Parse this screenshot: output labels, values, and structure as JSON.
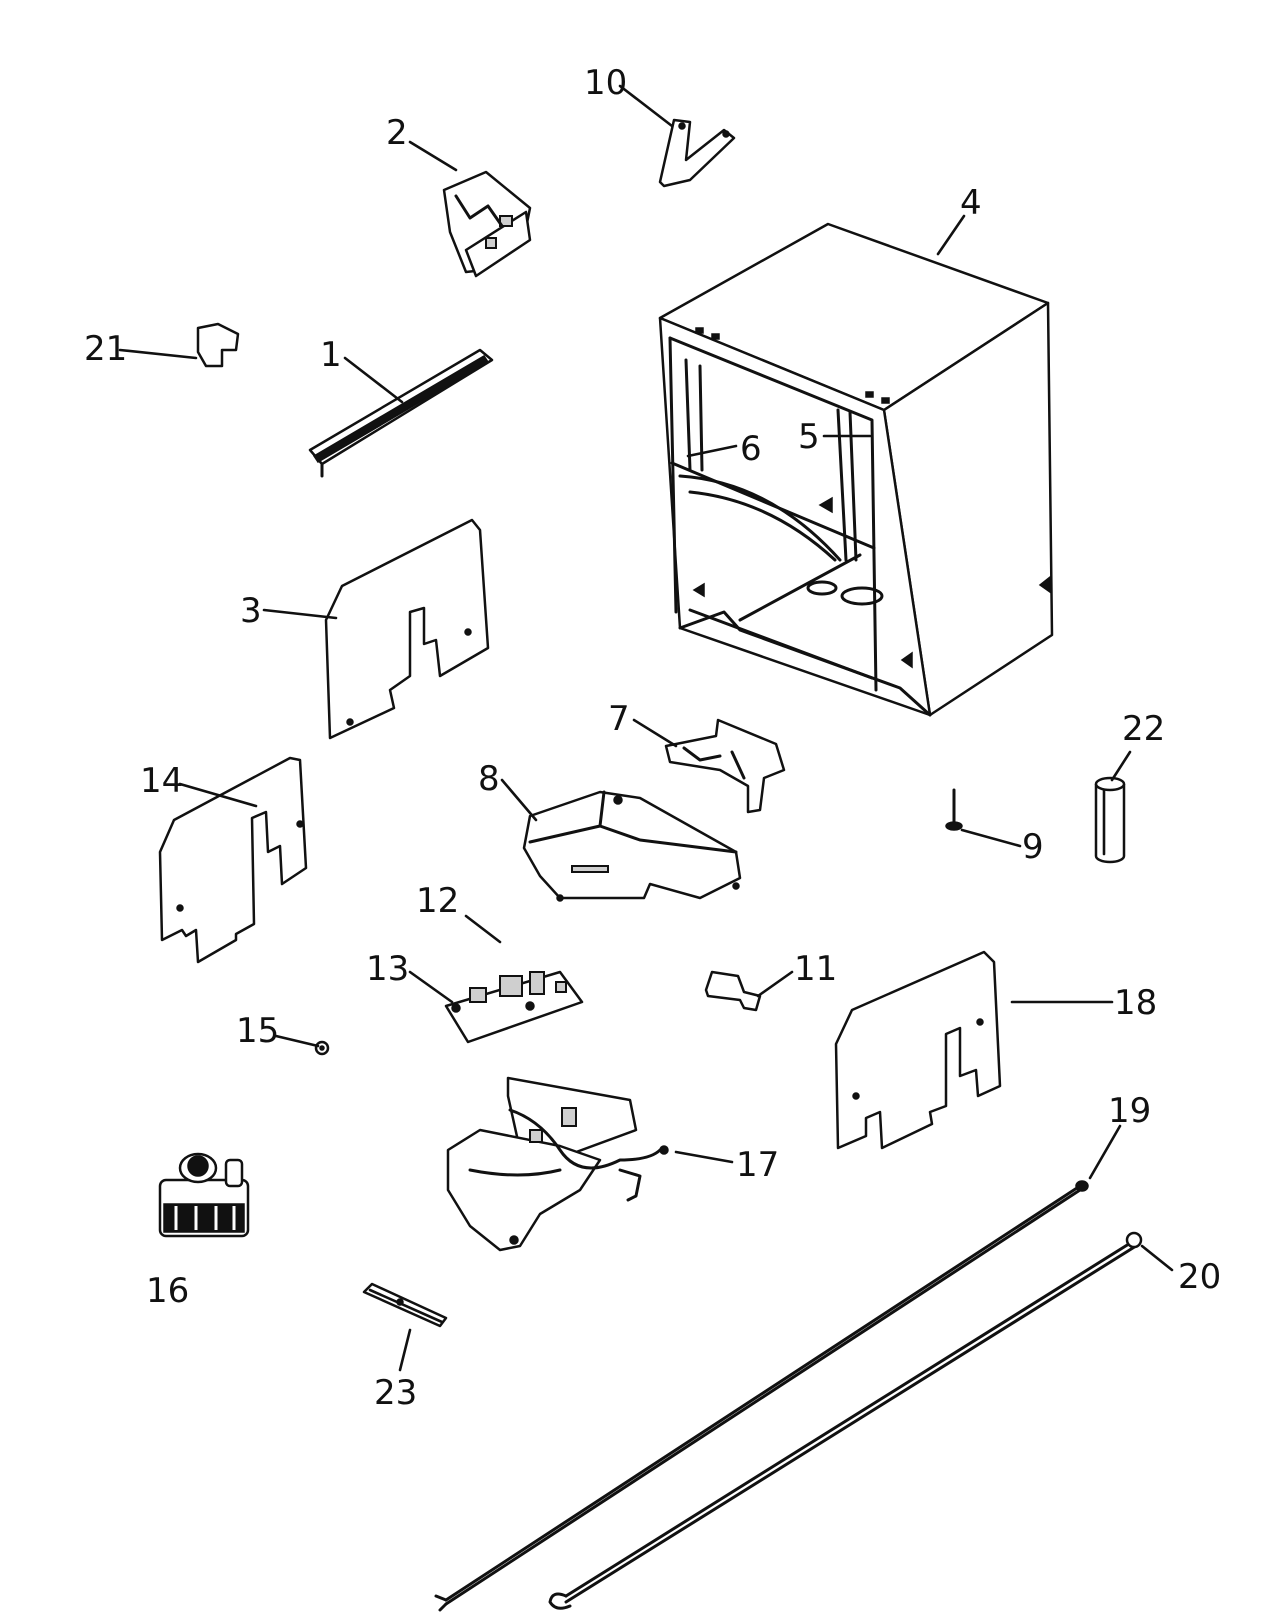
{
  "diagram": {
    "parts": [
      {
        "id": "1",
        "label": "1"
      },
      {
        "id": "2",
        "label": "2"
      },
      {
        "id": "3",
        "label": "3"
      },
      {
        "id": "4",
        "label": "4"
      },
      {
        "id": "5",
        "label": "5"
      },
      {
        "id": "6",
        "label": "6"
      },
      {
        "id": "7",
        "label": "7"
      },
      {
        "id": "8",
        "label": "8"
      },
      {
        "id": "9",
        "label": "9"
      },
      {
        "id": "10",
        "label": "10"
      },
      {
        "id": "11",
        "label": "11"
      },
      {
        "id": "12",
        "label": "12"
      },
      {
        "id": "13",
        "label": "13"
      },
      {
        "id": "14",
        "label": "14"
      },
      {
        "id": "15",
        "label": "15"
      },
      {
        "id": "16",
        "label": "16"
      },
      {
        "id": "17",
        "label": "17"
      },
      {
        "id": "18",
        "label": "18"
      },
      {
        "id": "19",
        "label": "19"
      },
      {
        "id": "20",
        "label": "20"
      },
      {
        "id": "21",
        "label": "21"
      },
      {
        "id": "22",
        "label": "22"
      },
      {
        "id": "23",
        "label": "23"
      }
    ]
  }
}
